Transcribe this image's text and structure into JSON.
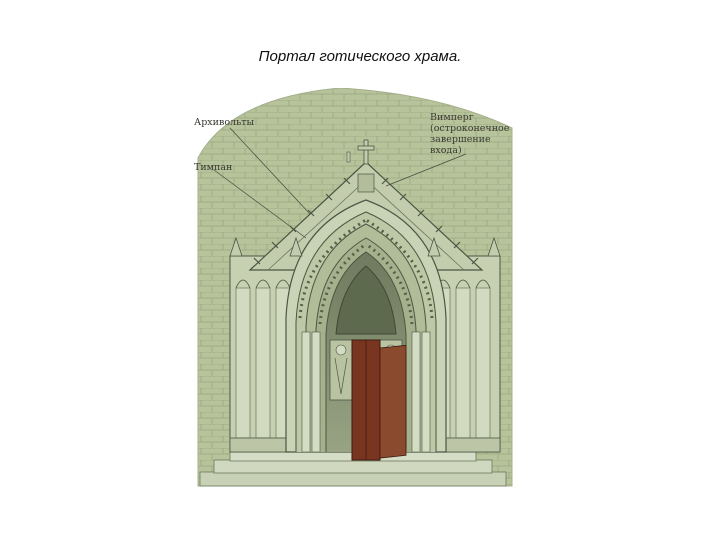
{
  "slide": {
    "title": "Портал готического храма."
  },
  "labels": {
    "archivolts": "Архивольты",
    "tympanum": "Тимпан",
    "wimperg_line1": "Вимперг",
    "wimperg_line2": "(остроконечное",
    "wimperg_line3": "завершение",
    "wimperg_line4": "входа)"
  },
  "colors": {
    "wall": "#b9c59d",
    "stone": "#c9d3b4",
    "stone_shadow": "#8f9c7a",
    "outline": "#4c5644",
    "door": "#7a3520"
  }
}
